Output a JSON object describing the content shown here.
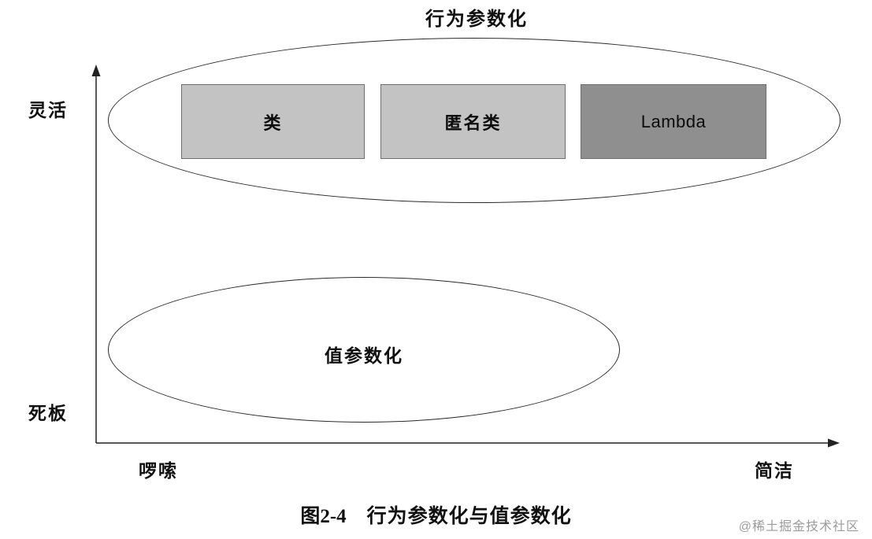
{
  "title": "行为参数化",
  "axes": {
    "y_top": "灵活",
    "y_bottom": "死板",
    "x_left": "啰嗦",
    "x_right": "简洁"
  },
  "behavior_ellipse": {
    "boxes": [
      {
        "label": "类",
        "fill": "#c3c3c3"
      },
      {
        "label": "匿名类",
        "fill": "#c3c3c3"
      },
      {
        "label": "Lambda",
        "fill": "#8f8f8f"
      }
    ]
  },
  "value_ellipse": {
    "label": "值参数化"
  },
  "caption": {
    "number": "图2-4",
    "text": "行为参数化与值参数化"
  },
  "watermark": "@稀土掘金技术社区",
  "colors": {
    "box_light": "#c3c3c3",
    "box_dark": "#8f8f8f",
    "line": "#222222",
    "watermark": "#9b9b9b"
  }
}
